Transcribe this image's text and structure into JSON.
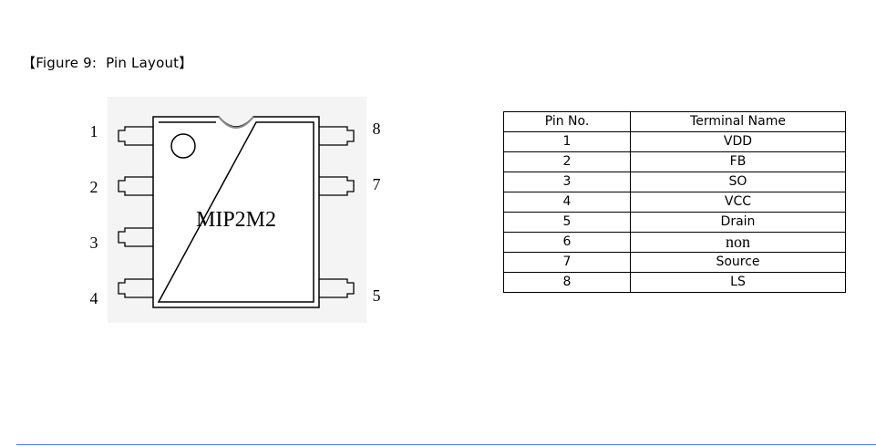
{
  "figure": {
    "title": "【Figure 9:  Pin Layout】"
  },
  "chip": {
    "label": "MIP2M2",
    "left_pins": [
      "1",
      "2",
      "3",
      "4"
    ],
    "right_pins": [
      "8",
      "7",
      "5"
    ]
  },
  "table": {
    "headers": [
      "Pin  No.",
      "Terminal Name"
    ],
    "rows": [
      {
        "pin": "1",
        "name": "VDD"
      },
      {
        "pin": "2",
        "name": "FB"
      },
      {
        "pin": "3",
        "name": "SO"
      },
      {
        "pin": "4",
        "name": "VCC"
      },
      {
        "pin": "5",
        "name": "Drain"
      },
      {
        "pin": "6",
        "name": "non"
      },
      {
        "pin": "7",
        "name": "Source"
      },
      {
        "pin": "8",
        "name": "LS"
      }
    ]
  },
  "colors": {
    "rule": "#4a78c8",
    "chip_shade": "#f2f2f2"
  }
}
